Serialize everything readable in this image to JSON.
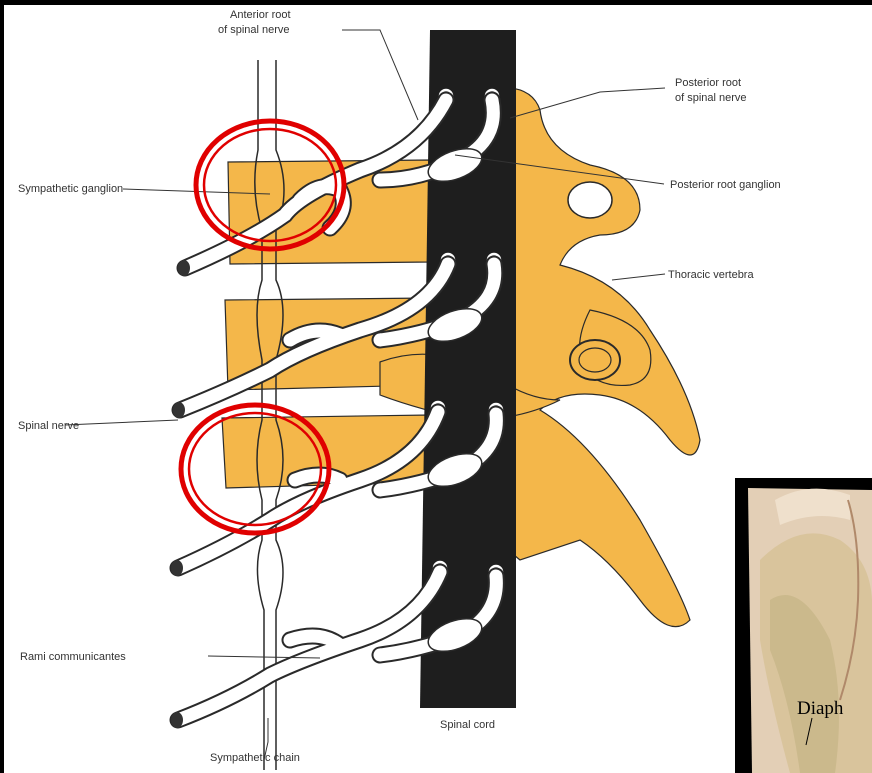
{
  "labels": {
    "anterior_root_1": "Anterior root",
    "anterior_root_2": "of spinal nerve",
    "posterior_root_1": "Posterior root",
    "posterior_root_2": "of spinal nerve",
    "posterior_root_ganglion": "Posterior root ganglion",
    "sympathetic_ganglion": "Sympathetic ganglion",
    "thoracic_vertebra": "Thoracic vertebra",
    "spinal_nerve": "Spinal nerve",
    "rami_communicantes": "Rami communicantes",
    "spinal_cord": "Spinal cord",
    "sympathetic_chain": "Sympathetic chain"
  },
  "inset_photo": {
    "caption_fragment": "Diaph"
  },
  "colors": {
    "background": "#000000",
    "diagram_background": "#ffffff",
    "vertebra": "#f4b74a",
    "spinal_cord": "#1e1e1e",
    "highlight_circle": "#e00000"
  }
}
